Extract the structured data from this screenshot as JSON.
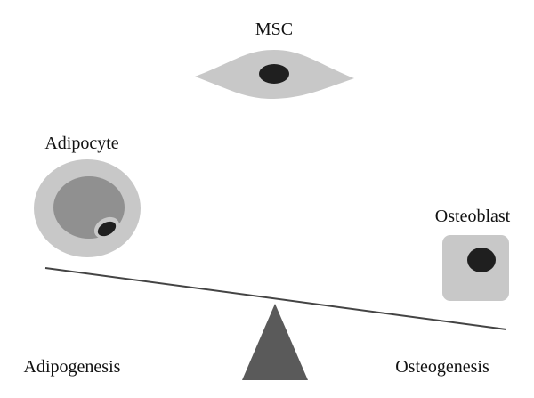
{
  "labels": {
    "msc": "MSC",
    "adipocyte": "Adipocyte",
    "osteoblast": "Osteoblast",
    "adipogenesis": "Adipogenesis",
    "osteogenesis": "Osteogenesis"
  },
  "colors": {
    "cell_body": "#c8c8c8",
    "lipid_droplet": "#909090",
    "nucleus": "#1f1f1f",
    "beam": "#444444",
    "fulcrum": "#5a5a5a",
    "text": "#111111"
  }
}
